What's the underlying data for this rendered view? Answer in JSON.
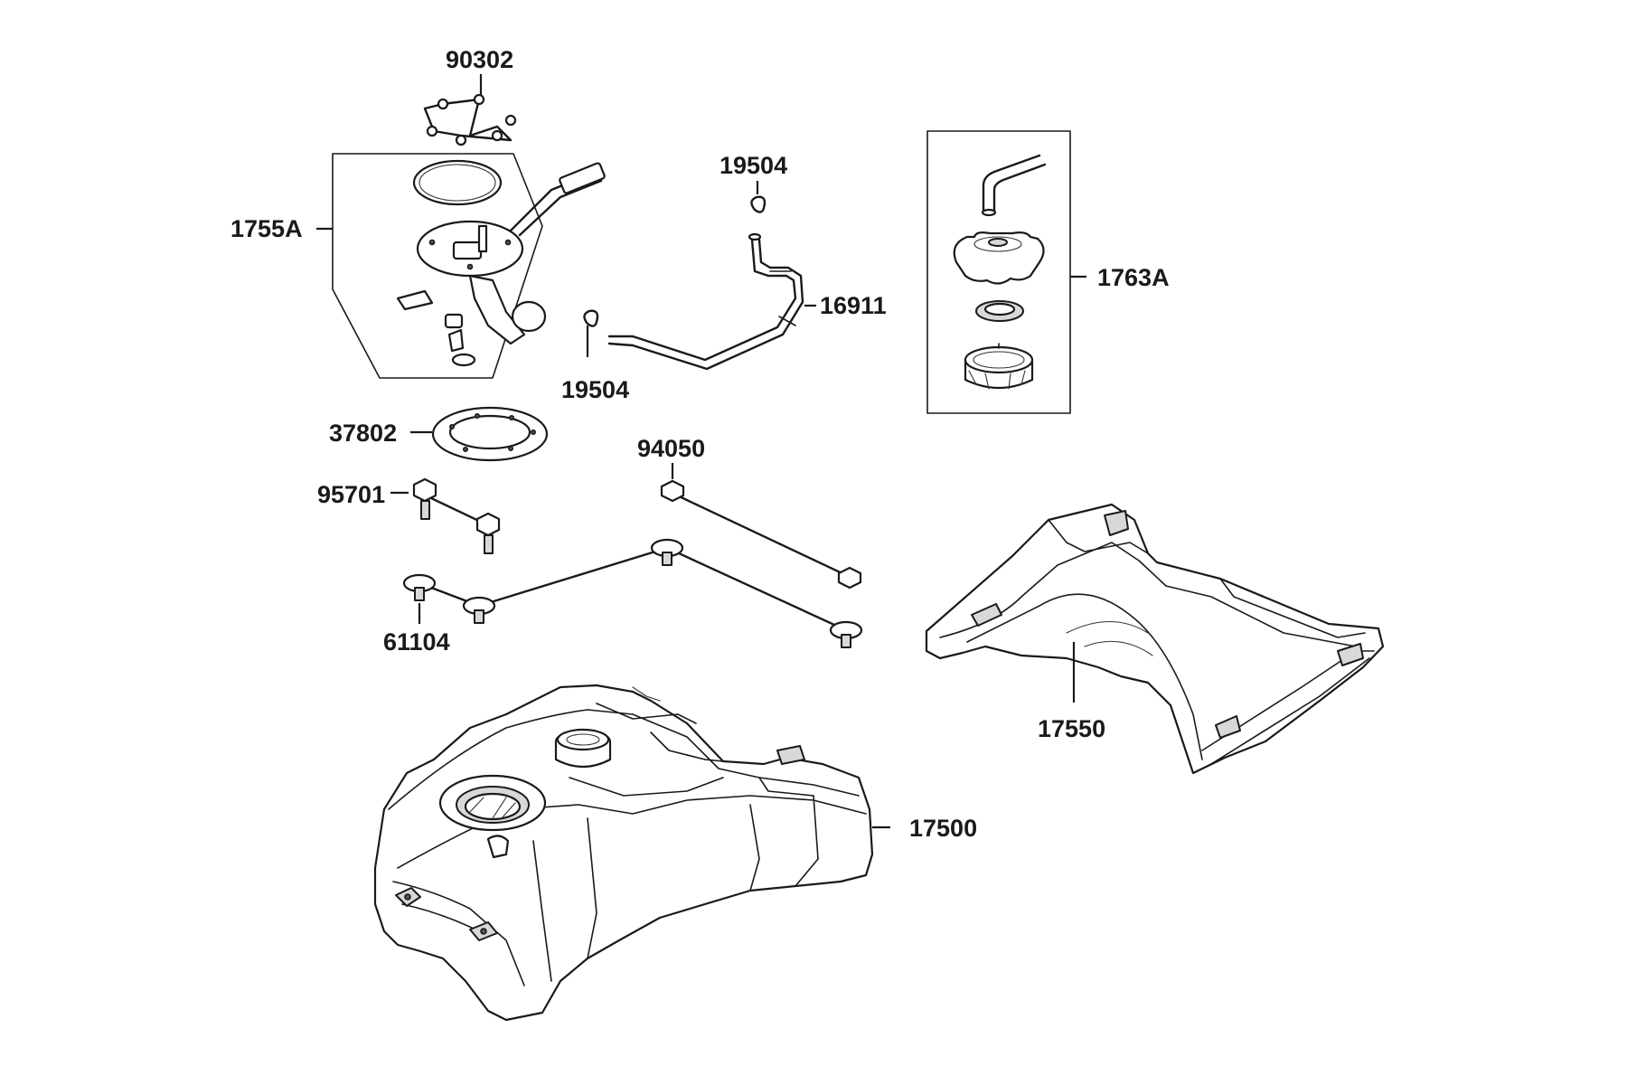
{
  "diagram": {
    "labels": {
      "l_90302": "90302",
      "l_1755a": "1755A",
      "l_19504_top": "19504",
      "l_16911": "16911",
      "l_19504_bottom": "19504",
      "l_1763a": "1763A",
      "l_37802": "37802",
      "l_94050": "94050",
      "l_95701": "95701",
      "l_61104": "61104",
      "l_17550": "17550",
      "l_17500": "17500"
    }
  }
}
